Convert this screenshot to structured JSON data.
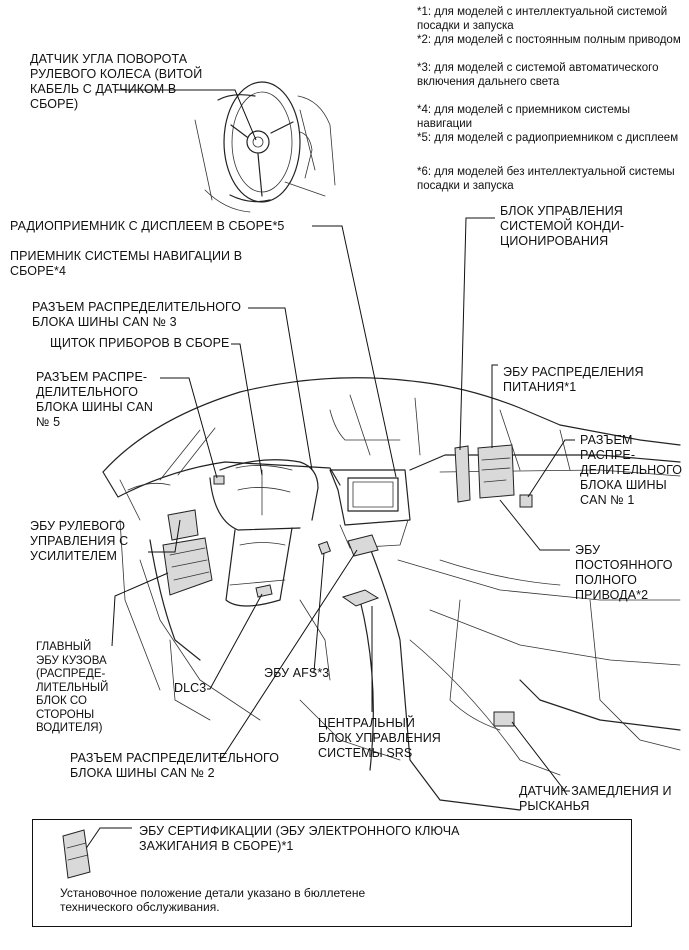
{
  "footnotes": [
    "*1: для моделей с интеллектуальной системой посадки и запуска",
    "*2: для моделей с постоянным полным приводом",
    "*3: для моделей с системой автоматического включения дальнего света",
    "*4: для моделей с приемником системы навигации",
    "*5: для моделей с радиоприемником с дисплеем",
    "*6: для моделей без интеллектуальной системы посадки и запуска"
  ],
  "labels": {
    "steering_sensor": "ДАТЧИК УГЛА ПОВОРОТА\nРУЛЕВОГО КОЛЕСА (ВИТОЙ\nКАБЕЛЬ С ДАТЧИКОМ В\nСБОРЕ)",
    "radio_display": "РАДИОПРИЕМНИК С ДИСПЛЕЕМ В СБОРЕ*5",
    "nav_receiver": "ПРИЕМНИК СИСТЕМЫ НАВИГАЦИИ В\nСБОРЕ*4",
    "ac_control": "БЛОК УПРАВЛЕНИЯ\nСИСТЕМОЙ КОНДИ-\nЦИОНИРОВАНИЯ",
    "can_no3": "РАЗЪЕМ РАСПРЕДЕЛИТЕЛЬНОГО\nБЛОКА ШИНЫ CAN № 3",
    "combination_meter": "ЩИТОК ПРИБОРОВ В СБОРЕ",
    "can_no5": "РАЗЪЕМ РАСПРЕ-\nДЕЛИТЕЛЬНОГО\nБЛОКА ШИНЫ CAN\n№ 5",
    "power_dist_ecu": "ЭБУ РАСПРЕДЕЛЕНИЯ\nПИТАНИЯ*1",
    "can_no1": "РАЗЪЕМ\nРАСПРЕ-\nДЕЛИТЕЛЬНОГО\nБЛОКА ШИНЫ\nCAN № 1",
    "eps_ecu": "ЭБУ РУЛЕВОГО\nУПРАВЛЕНИЯ С\nУСИЛИТЕЛЕМ",
    "awd_ecu": "ЭБУ\nПОСТОЯННОГО\nПОЛНОГО\nПРИВОДА*2",
    "main_body_ecu": "ГЛАВНЫЙ\nЭБУ КУЗОВА\n(РАСПРЕДЕ-\nЛИТЕЛЬНЫЙ\nБЛОК СО\nСТОРОНЫ\nВОДИТЕЛЯ)",
    "dlc3": "DLC3",
    "afs_ecu": "ЭБУ AFS*3",
    "srs_center": "ЦЕНТРАЛЬНЫЙ\nБЛОК УПРАВЛЕНИЯ\nСИСТЕМЫ SRS",
    "can_no2": "РАЗЪЕМ РАСПРЕДЕЛИТЕЛЬНОГО\nБЛОКА ШИНЫ CAN № 2",
    "yaw_sensor": "ДАТЧИК ЗАМЕДЛЕНИЯ И\nРЫСКАНЬЯ"
  },
  "legend": {
    "certification_ecu": "ЭБУ СЕРТИФИКАЦИИ (ЭБУ ЭЛЕКТРОННОГО КЛЮЧА\nЗАЖИГАНИЯ В СБОРЕ)*1",
    "note": "Установочное положение детали указано в бюллетене\nтехнического обслуживания."
  }
}
